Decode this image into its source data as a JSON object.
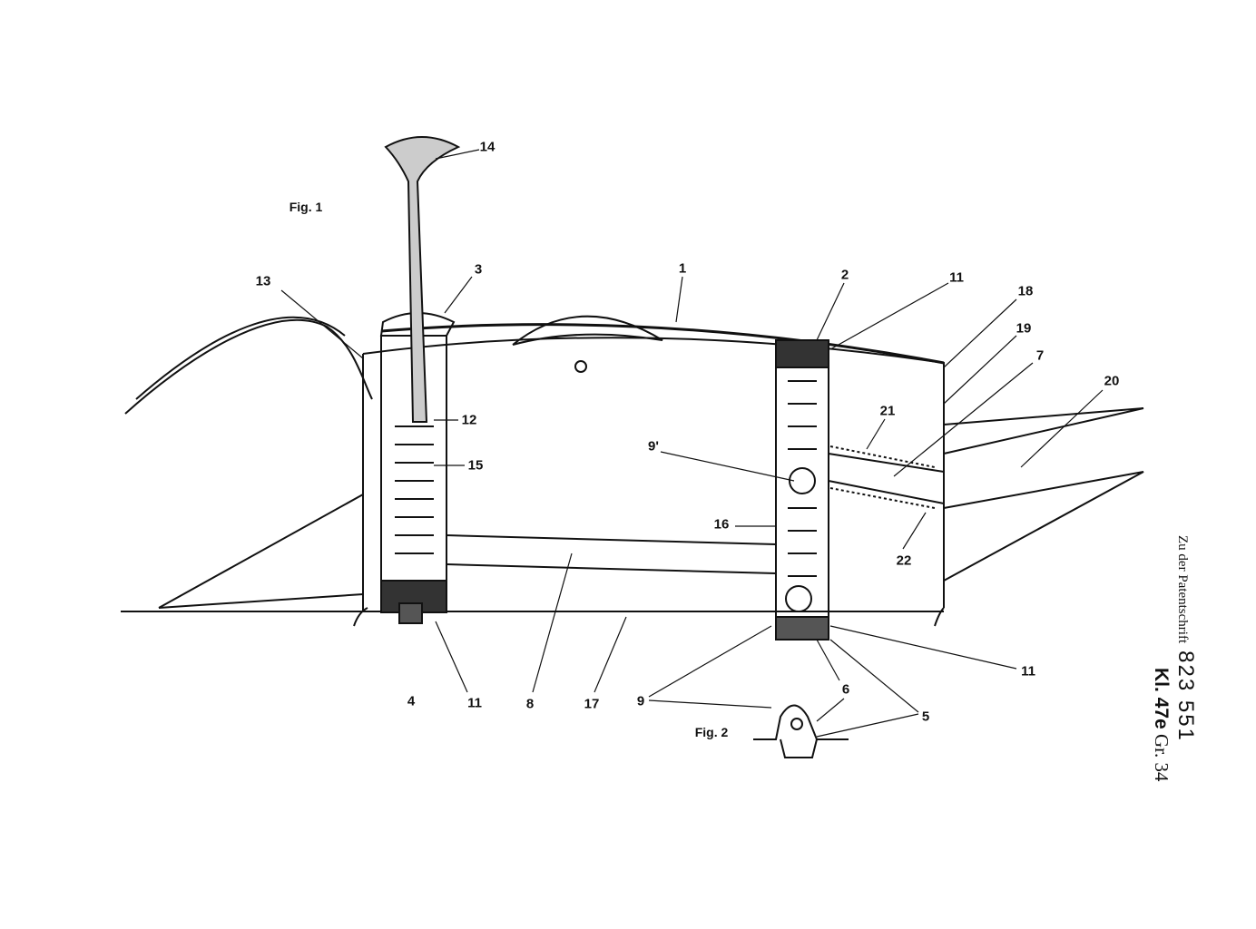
{
  "figures": {
    "fig1": "Fig. 1",
    "fig2": "Fig. 2"
  },
  "labels": [
    "14",
    "13",
    "3",
    "1",
    "2",
    "11",
    "18",
    "19",
    "7",
    "20",
    "21",
    "12",
    "15",
    "9'",
    "16",
    "22",
    "11",
    "4",
    "11",
    "8",
    "17",
    "9",
    "6",
    "5"
  ],
  "sidebar": {
    "prefix": "Zu der Patentschrift",
    "number": "823 551",
    "class": "Kl. 47e",
    "group": "Gr. 34"
  }
}
